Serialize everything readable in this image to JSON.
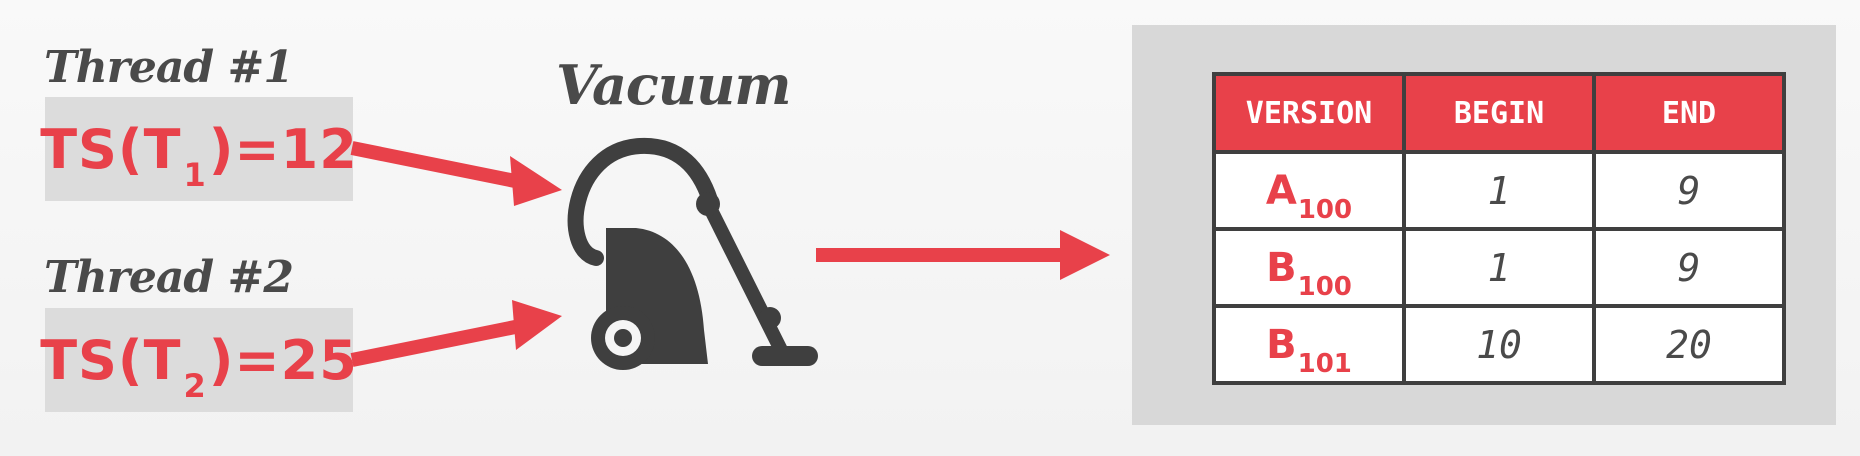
{
  "threads": [
    {
      "label": "Thread #1",
      "ts_prefix": "TS(T",
      "ts_sub": "1",
      "ts_suffix": ")=12"
    },
    {
      "label": "Thread #2",
      "ts_prefix": "TS(T",
      "ts_sub": "2",
      "ts_suffix": ")=25"
    }
  ],
  "vacuum": {
    "label": "Vacuum",
    "icon": "vacuum-cleaner-icon"
  },
  "table": {
    "headers": [
      "VERSION",
      "BEGIN",
      "END"
    ],
    "rows": [
      {
        "version_letter": "A",
        "version_sub": "100",
        "begin": "1",
        "end": "9"
      },
      {
        "version_letter": "B",
        "version_sub": "100",
        "begin": "1",
        "end": "9"
      },
      {
        "version_letter": "B",
        "version_sub": "101",
        "begin": "10",
        "end": "20"
      }
    ]
  },
  "colors": {
    "accent": "#e8414a",
    "dark": "#3f3f3f",
    "label": "#4a4a4a",
    "box": "#dcdcdc",
    "panel": "#d8d8d8"
  }
}
